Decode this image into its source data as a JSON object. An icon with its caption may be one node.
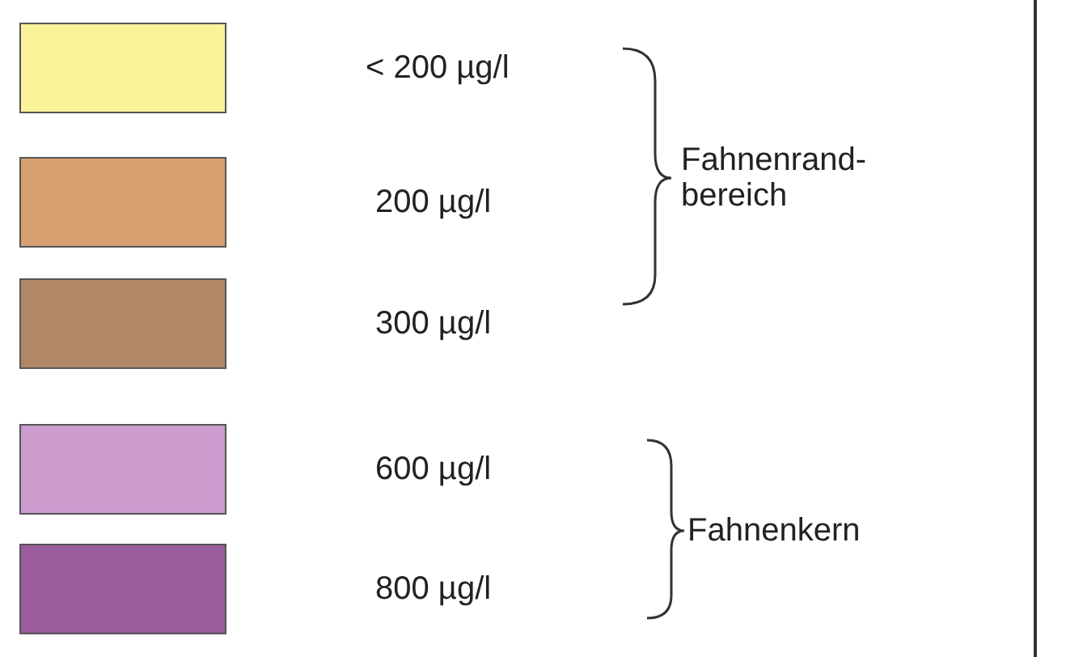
{
  "diagram": {
    "labels": [
      "Fahnenrand- bereich",
      "Fahnenkern"
    ],
    "legend": [
      {
        "text": "< 200 µg/l",
        "color": "#fbf39a"
      },
      {
        "text": "200 µg/l",
        "color": "#d7a070"
      },
      {
        "text": "300 µg/l",
        "color": "#b08868"
      },
      {
        "text": "600 µg/l",
        "color": "#cc9ccf"
      },
      {
        "text": "800 µg/l",
        "color": "#9a5c9c"
      }
    ]
  }
}
